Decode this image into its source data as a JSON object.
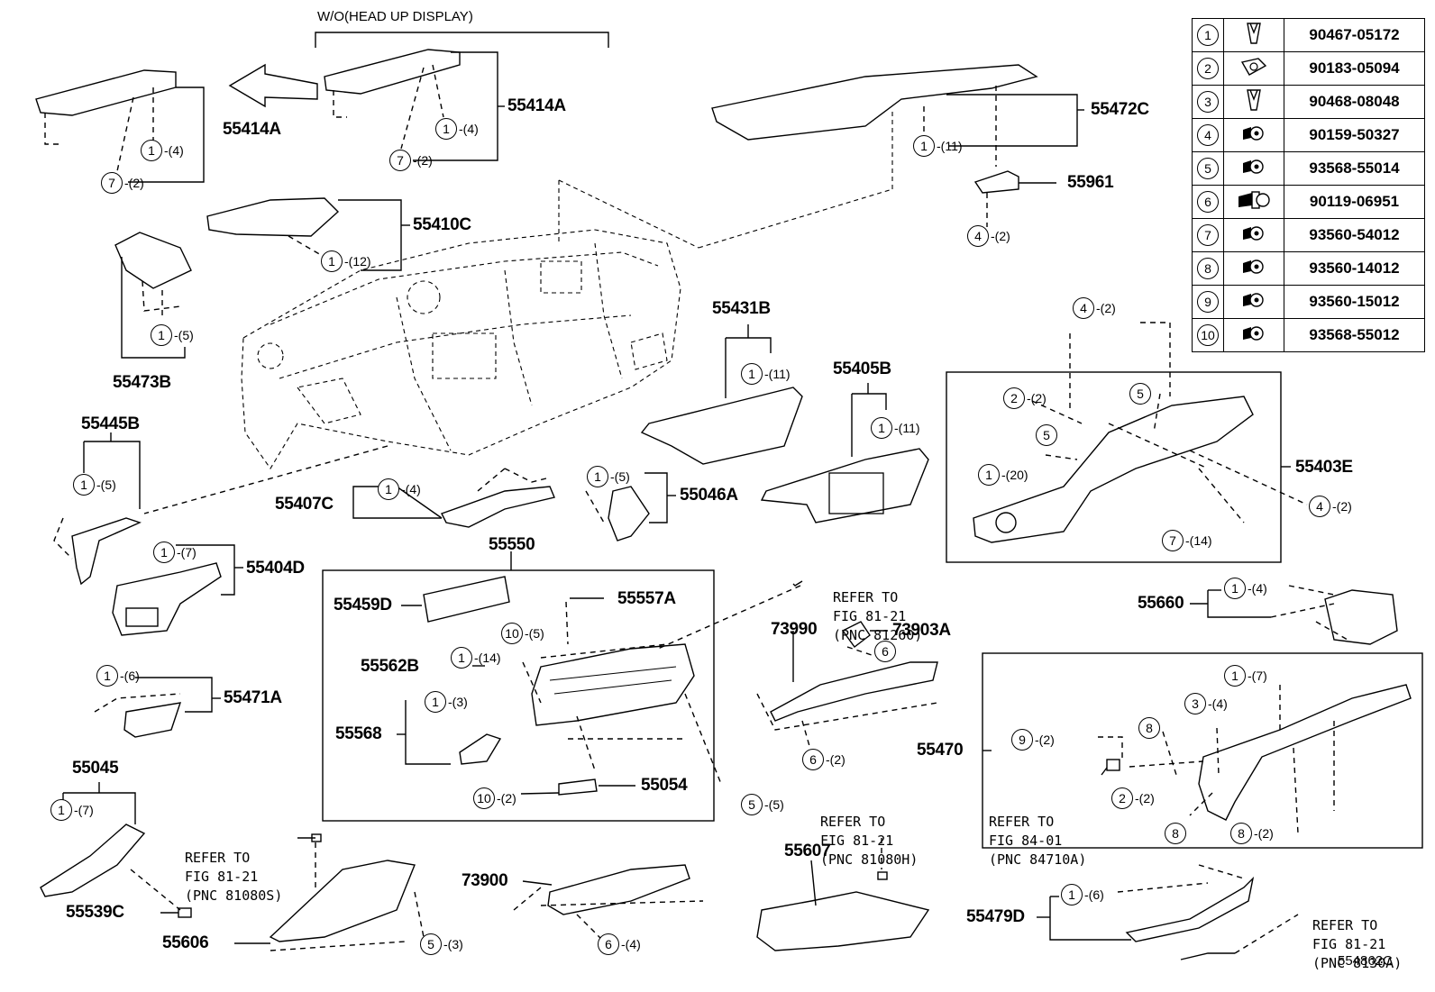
{
  "diagram_code": "554862C",
  "head_up_note": "W/O(HEAD UP DISPLAY)",
  "legend": [
    {
      "no": "1",
      "part": "90467-05172",
      "icon": "clip-icon"
    },
    {
      "no": "2",
      "part": "90183-05094",
      "icon": "nut-clip-icon"
    },
    {
      "no": "3",
      "part": "90468-08048",
      "icon": "clip-icon"
    },
    {
      "no": "4",
      "part": "90159-50327",
      "icon": "screw-icon"
    },
    {
      "no": "5",
      "part": "93568-55014",
      "icon": "screw-icon"
    },
    {
      "no": "6",
      "part": "90119-06951",
      "icon": "bolt-icon"
    },
    {
      "no": "7",
      "part": "93560-54012",
      "icon": "screw-icon"
    },
    {
      "no": "8",
      "part": "93560-14012",
      "icon": "screw-icon"
    },
    {
      "no": "9",
      "part": "93560-15012",
      "icon": "screw-icon"
    },
    {
      "no": "10",
      "part": "93568-55012",
      "icon": "screw-icon"
    }
  ],
  "labels": {
    "p55414A_left": "55414A",
    "p55414A_right": "55414A",
    "p55472C": "55472C",
    "p55961": "55961",
    "p55410C": "55410C",
    "p55473B": "55473B",
    "p55431B": "55431B",
    "p55405B": "55405B",
    "p55403E": "55403E",
    "p55445B": "55445B",
    "p55407C": "55407C",
    "p55046A": "55046A",
    "p55404D": "55404D",
    "p55550": "55550",
    "p55459D": "55459D",
    "p55557A": "55557A",
    "p55562B": "55562B",
    "p55568": "55568",
    "p55054": "55054",
    "p55471A": "55471A",
    "p55045": "55045",
    "p55539C": "55539C",
    "p55606": "55606",
    "p73900": "73900",
    "p73990": "73990",
    "p73903A": "73903A",
    "p55607": "55607",
    "p55660": "55660",
    "p55470": "55470",
    "p55479D": "55479D"
  },
  "refs": {
    "r_81260": [
      "REFER TO",
      "FIG 81-21",
      "(PNC 81260)"
    ],
    "r_81080S": [
      "REFER TO",
      "FIG 81-21",
      "(PNC 81080S)"
    ],
    "r_81080H": [
      "REFER TO",
      "FIG 81-21",
      "(PNC 81080H)"
    ],
    "r_84710A": [
      "REFER TO",
      "FIG 84-01",
      "(PNC 84710A)"
    ],
    "r_8130A": [
      "REFER TO",
      "FIG 81-21",
      "(PNC 8130A)"
    ]
  },
  "callouts": [
    {
      "id": "c1",
      "n": "1",
      "q": "-(4)"
    },
    {
      "id": "c2",
      "n": "7",
      "q": "-(2)"
    },
    {
      "id": "c3",
      "n": "1",
      "q": "-(4)"
    },
    {
      "id": "c4",
      "n": "7",
      "q": "-(2)"
    },
    {
      "id": "c5",
      "n": "1",
      "q": "-(11)"
    },
    {
      "id": "c6",
      "n": "4",
      "q": "-(2)"
    },
    {
      "id": "c7",
      "n": "1",
      "q": "-(12)"
    },
    {
      "id": "c8",
      "n": "1",
      "q": "-(5)"
    },
    {
      "id": "c9",
      "n": "1",
      "q": "-(11)"
    },
    {
      "id": "c10",
      "n": "1",
      "q": "-(11)"
    },
    {
      "id": "c11",
      "n": "4",
      "q": "-(2)"
    },
    {
      "id": "c12",
      "n": "2",
      "q": "-(2)"
    },
    {
      "id": "c13",
      "n": "5",
      "q": ""
    },
    {
      "id": "c14",
      "n": "5",
      "q": ""
    },
    {
      "id": "c15",
      "n": "1",
      "q": "-(20)"
    },
    {
      "id": "c16",
      "n": "4",
      "q": "-(2)"
    },
    {
      "id": "c17",
      "n": "7",
      "q": "-(14)"
    },
    {
      "id": "c18",
      "n": "1",
      "q": "-(5)"
    },
    {
      "id": "c19",
      "n": "1",
      "q": "-(4)"
    },
    {
      "id": "c20",
      "n": "1",
      "q": "-(5)"
    },
    {
      "id": "c21",
      "n": "1",
      "q": "-(7)"
    },
    {
      "id": "c22",
      "n": "10",
      "q": "-(5)"
    },
    {
      "id": "c23",
      "n": "1",
      "q": "-(14)"
    },
    {
      "id": "c24",
      "n": "1",
      "q": "-(3)"
    },
    {
      "id": "c25",
      "n": "10",
      "q": "-(2)"
    },
    {
      "id": "c26",
      "n": "5",
      "q": "-(5)"
    },
    {
      "id": "c27",
      "n": "6",
      "q": ""
    },
    {
      "id": "c28",
      "n": "6",
      "q": "-(2)"
    },
    {
      "id": "c29",
      "n": "1",
      "q": "-(6)"
    },
    {
      "id": "c30",
      "n": "1",
      "q": "-(7)"
    },
    {
      "id": "c31",
      "n": "5",
      "q": "-(3)"
    },
    {
      "id": "c32",
      "n": "6",
      "q": "-(4)"
    },
    {
      "id": "c33",
      "n": "1",
      "q": "-(4)"
    },
    {
      "id": "c34",
      "n": "1",
      "q": "-(7)"
    },
    {
      "id": "c35",
      "n": "3",
      "q": "-(4)"
    },
    {
      "id": "c36",
      "n": "8",
      "q": ""
    },
    {
      "id": "c37",
      "n": "9",
      "q": "-(2)"
    },
    {
      "id": "c38",
      "n": "2",
      "q": "-(2)"
    },
    {
      "id": "c39",
      "n": "8",
      "q": ""
    },
    {
      "id": "c40",
      "n": "8",
      "q": "-(2)"
    },
    {
      "id": "c41",
      "n": "1",
      "q": "-(6)"
    }
  ]
}
